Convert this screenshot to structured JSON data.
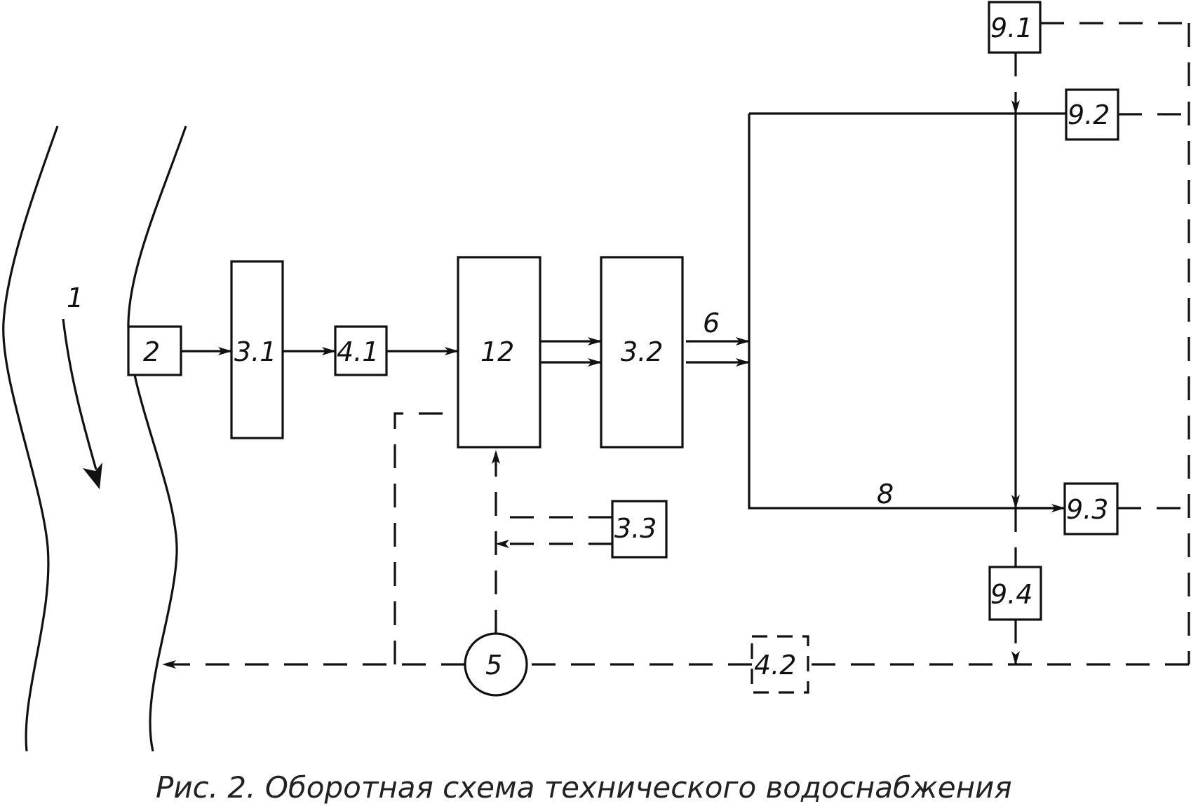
{
  "labels": {
    "river": "1",
    "intake": "2",
    "b31": "3.1",
    "b32": "3.2",
    "b33": "3.3",
    "b41": "4.1",
    "b42": "4.2",
    "pump": "5",
    "l6": "6",
    "l8": "8",
    "b91": "9.1",
    "b92": "9.2",
    "b93": "9.3",
    "b94": "9.4",
    "b12": "12"
  },
  "caption": "Рис. 2. Оборотная схема технического водоснабжения"
}
